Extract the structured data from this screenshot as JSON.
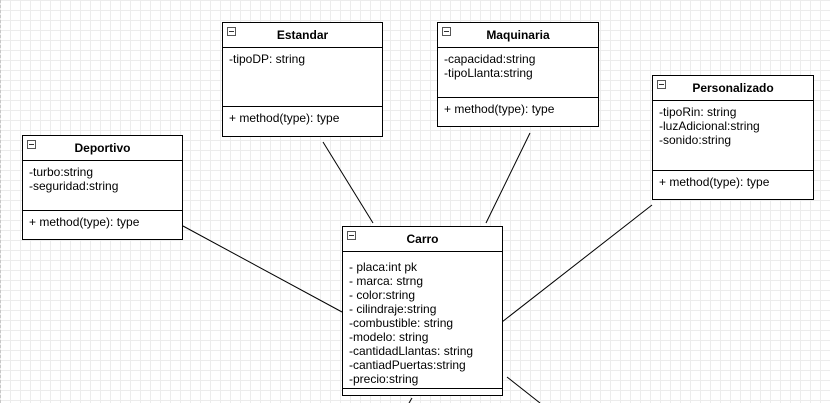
{
  "classes": {
    "estandar": {
      "name": "Estandar",
      "attributes": [
        "-tipoDP: string"
      ],
      "methods": [
        "+ method(type): type"
      ]
    },
    "maquinaria": {
      "name": "Maquinaria",
      "attributes": [
        "-capacidad:string",
        "-tipoLlanta:string"
      ],
      "methods": [
        "+ method(type): type"
      ]
    },
    "personalizado": {
      "name": "Personalizado",
      "attributes": [
        "-tipoRin: string",
        "-luzAdicional:string",
        "-sonido:string"
      ],
      "methods": [
        "+ method(type): type"
      ]
    },
    "deportivo": {
      "name": "Deportivo",
      "attributes": [
        "-turbo:string",
        "-seguridad:string"
      ],
      "methods": [
        "+ method(type): type"
      ]
    },
    "carro": {
      "name": "Carro",
      "attributes": [
        "- placa:int pk",
        "- marca: strng",
        "- color:string",
        "- cilindraje:string",
        "-combustible: string",
        "-modelo: string",
        "-cantidadLlantas: string",
        "-cantiadPuertas:string",
        "-precio:string"
      ],
      "methods": []
    }
  }
}
